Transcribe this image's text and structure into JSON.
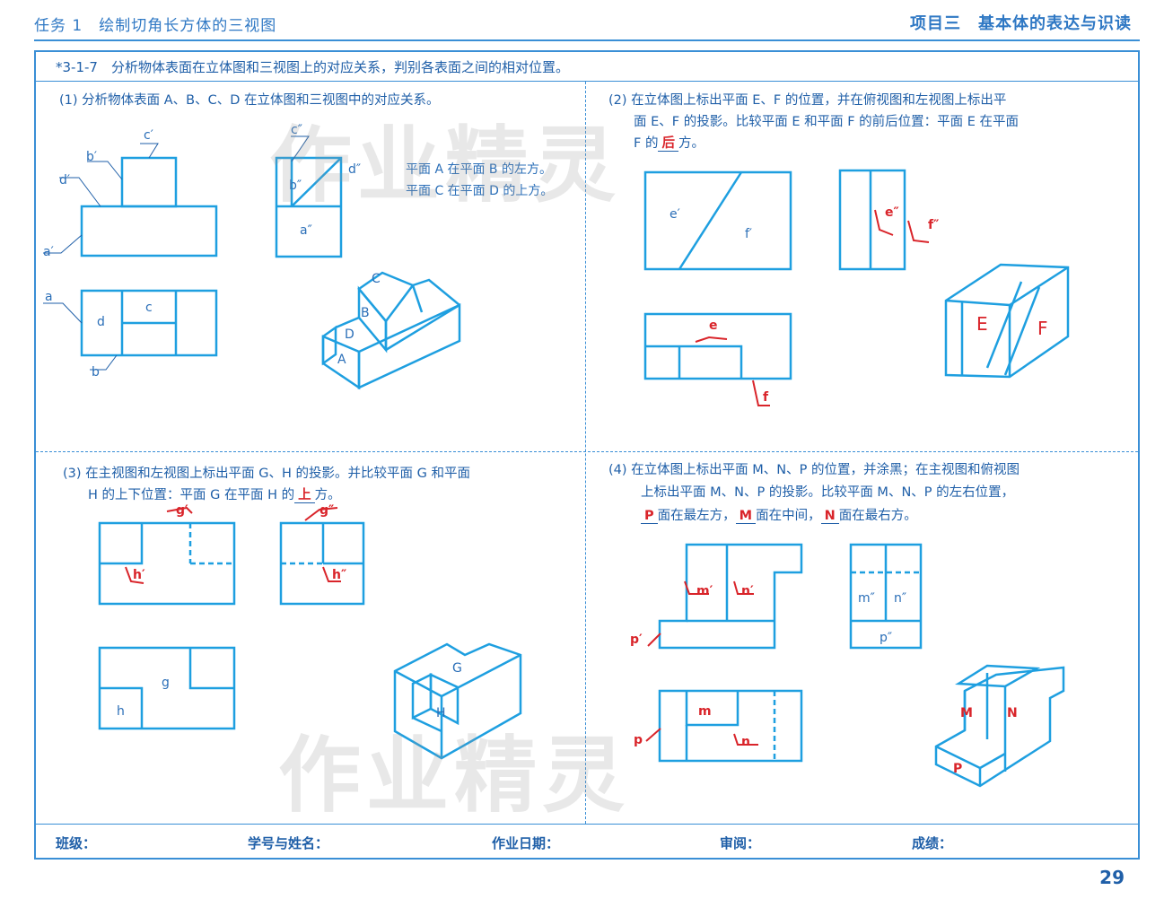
{
  "header": {
    "left": "任务 1　绘制切角长方体的三视图",
    "right": "项目三　基本体的表达与识读"
  },
  "problem": {
    "title": "*3-1-7　分析物体表面在立体图和三视图上的对应关系，判别各表面之间的相对位置。"
  },
  "q1": {
    "text": "(1) 分析物体表面 A、B、C、D 在立体图和三视图中的对应关系。",
    "note1": "平面 A 在平面 B 的左方。",
    "note2": "平面 C 在平面 D 的上方。",
    "labels": {
      "c1": "c′",
      "b1": "b′",
      "d1": "d′",
      "a1": "a′",
      "c2": "c″",
      "b2": "b″",
      "d2": "d″",
      "a2": "a″",
      "a": "a",
      "d": "d",
      "c": "c",
      "b": "b",
      "A": "A",
      "B": "B",
      "C": "C",
      "D": "D"
    }
  },
  "q2": {
    "text_a": "(2) 在立体图上标出平面 E、F 的位置，并在俯视图和左视图上标出平",
    "text_b": "面 E、F 的投影。比较平面 E 和平面 F 的前后位置：平面 E 在平面",
    "text_c_pre": "F 的",
    "answer": "后",
    "text_c_post": "方。",
    "labels": {
      "e1": "e′",
      "f1": "f′",
      "e2": "e″",
      "f2": "f″",
      "e": "e",
      "f": "f",
      "E": "E",
      "F": "F"
    }
  },
  "q3": {
    "text_a": "(3) 在主视图和左视图上标出平面 G、H 的投影。并比较平面 G 和平面",
    "text_b_pre": "H 的上下位置：平面 G 在平面 H 的",
    "answer": "上",
    "text_b_post": "方。",
    "labels": {
      "g1": "g′",
      "h1": "h′",
      "g2": "g″",
      "h2": "h″",
      "g": "g",
      "h": "h",
      "G": "G",
      "H": "H"
    }
  },
  "q4": {
    "text_a": "(4) 在立体图上标出平面 M、N、P 的位置，并涂黑；在主视图和俯视图",
    "text_b": "上标出平面 M、N、P 的投影。比较平面 M、N、P 的左右位置，",
    "answer1": "P",
    "mid1": "面在最左方，",
    "answer2": "M",
    "mid2": "面在中间，",
    "answer3": "N",
    "mid3": "面在最右方。",
    "labels": {
      "m1": "m′",
      "n1": "n′",
      "p1": "p′",
      "m2": "m″",
      "n2": "n″",
      "p2": "p″",
      "m": "m",
      "n": "n",
      "p": "p",
      "M": "M",
      "N": "N",
      "P": "P"
    }
  },
  "footer": {
    "class_label": "班级：",
    "id_label": "学号与姓名：",
    "date_label": "作业日期：",
    "review_label": "审阅：",
    "score_label": "成绩："
  },
  "page_number": "29",
  "watermark": {
    "text": "作业精灵"
  },
  "colors": {
    "line": "#1e9fe0",
    "text": "#1f5fa8",
    "answer": "#d9242a"
  }
}
